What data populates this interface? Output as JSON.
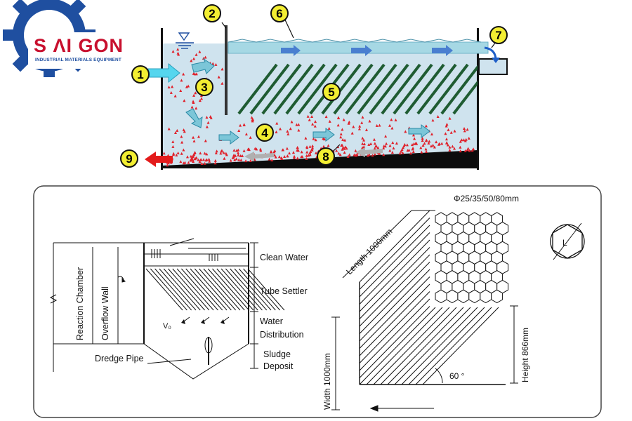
{
  "logo": {
    "name": "SAIGON",
    "title_display": "S ΛI GON",
    "subtitle": "INDUSTRIAL MATERIALS EQUIPMENT",
    "colors": {
      "red": "#c8102e",
      "blue": "#1f4fa0"
    }
  },
  "tank_diagram": {
    "markers": [
      "1",
      "2",
      "3",
      "4",
      "5",
      "6",
      "7",
      "8",
      "9"
    ],
    "colors": {
      "water": "#cfe3ee",
      "tubes": "#1f5c32",
      "sludge": "#e0202a",
      "badge": "#f3ee32",
      "arrow_flow": "#4aa3df",
      "arrow_out": "#e31b1b"
    }
  },
  "schematic": {
    "labels": {
      "clean_water": "Clean Water",
      "tube_settler": "Tube Settler",
      "water": "Water",
      "distribution": "Distribution",
      "sludge": "Sludge",
      "deposit": "Deposit",
      "reaction_chamber": "Reaction Chamber",
      "overflow_wall": "Overflow Wall",
      "dredge_pipe": "Dredge Pipe",
      "v0": "V₀"
    }
  },
  "tube_module": {
    "diameter": "Φ25/35/50/80mm",
    "length": "Length 1000mm",
    "height": "Height 866mm",
    "width": "Width 1000mm",
    "angle": "60 °",
    "hex_label": "L"
  }
}
